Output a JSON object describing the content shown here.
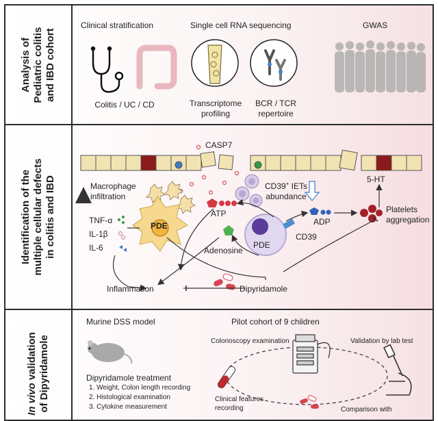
{
  "panels": {
    "p1": {
      "side_line1": "Analysis of",
      "side_line2": "Pediatric colitis",
      "side_line3": "and IBD cohort",
      "clinical_title": "Clinical stratification",
      "clinical_caption": "Colitis / UC / CD",
      "scrna_title": "Single cell RNA sequencing",
      "transcriptome_line1": "Transcriptome",
      "transcriptome_line2": "profiling",
      "bcr_line1": "BCR / TCR",
      "bcr_line2": "repertoire",
      "gwas_title": "GWAS"
    },
    "p2": {
      "side_line1": "Identification of the",
      "side_line2": "multiple cellular defects",
      "side_line3": "in colitis and IBD",
      "casp7": "CASP7",
      "macrophage_line1": "Macrophage",
      "macrophage_line2": "infiltration",
      "cd39_iets_line1": "CD39",
      "cd39_iets_sup": "+",
      "cd39_iets_rest": " IETs",
      "cd39_iets_line2": "abundance",
      "five_ht": "5-HT",
      "platelets_line1": "Platelets",
      "platelets_line2": "aggregation",
      "tnf": "TNF-α",
      "il1b": "IL-1β",
      "il6": "IL-6",
      "pde_macrophage": "PDE",
      "atp": "ATP",
      "adp": "ADP",
      "pde_cell": "PDE",
      "cd39": "CD39",
      "adenosine": "Adenosine",
      "inflammation": "Inflammation",
      "dipyridamole": "Dipyridamole"
    },
    "p3": {
      "side_line1_italic": "In vivo",
      "side_line1_rest": " validation",
      "side_line2": "of Dipyridamole",
      "murine": "Murine DSS model",
      "dip_treatment": "Dipyridamole treatment",
      "steps": [
        "1. Weight, Colon length recording",
        "2. Histological examination",
        "3. Cytokine measurement"
      ],
      "pilot": "Pilot cohort of 9 children",
      "colonoscopy": "Colonoscopy examination",
      "validation_lab": "Validation by lab test",
      "clinical_features_line1": "Clinical features",
      "clinical_features_line2": "recording",
      "comparison": "Comparison with"
    }
  },
  "colors": {
    "border": "#2b2b2b",
    "red_cell": "#8b1a1a",
    "blue_cell": "#3d7cc9",
    "green_cell": "#2f9a48",
    "purple_cell": "#5b3b9c",
    "platelet": "#a3202a",
    "arrow": "#333333"
  }
}
